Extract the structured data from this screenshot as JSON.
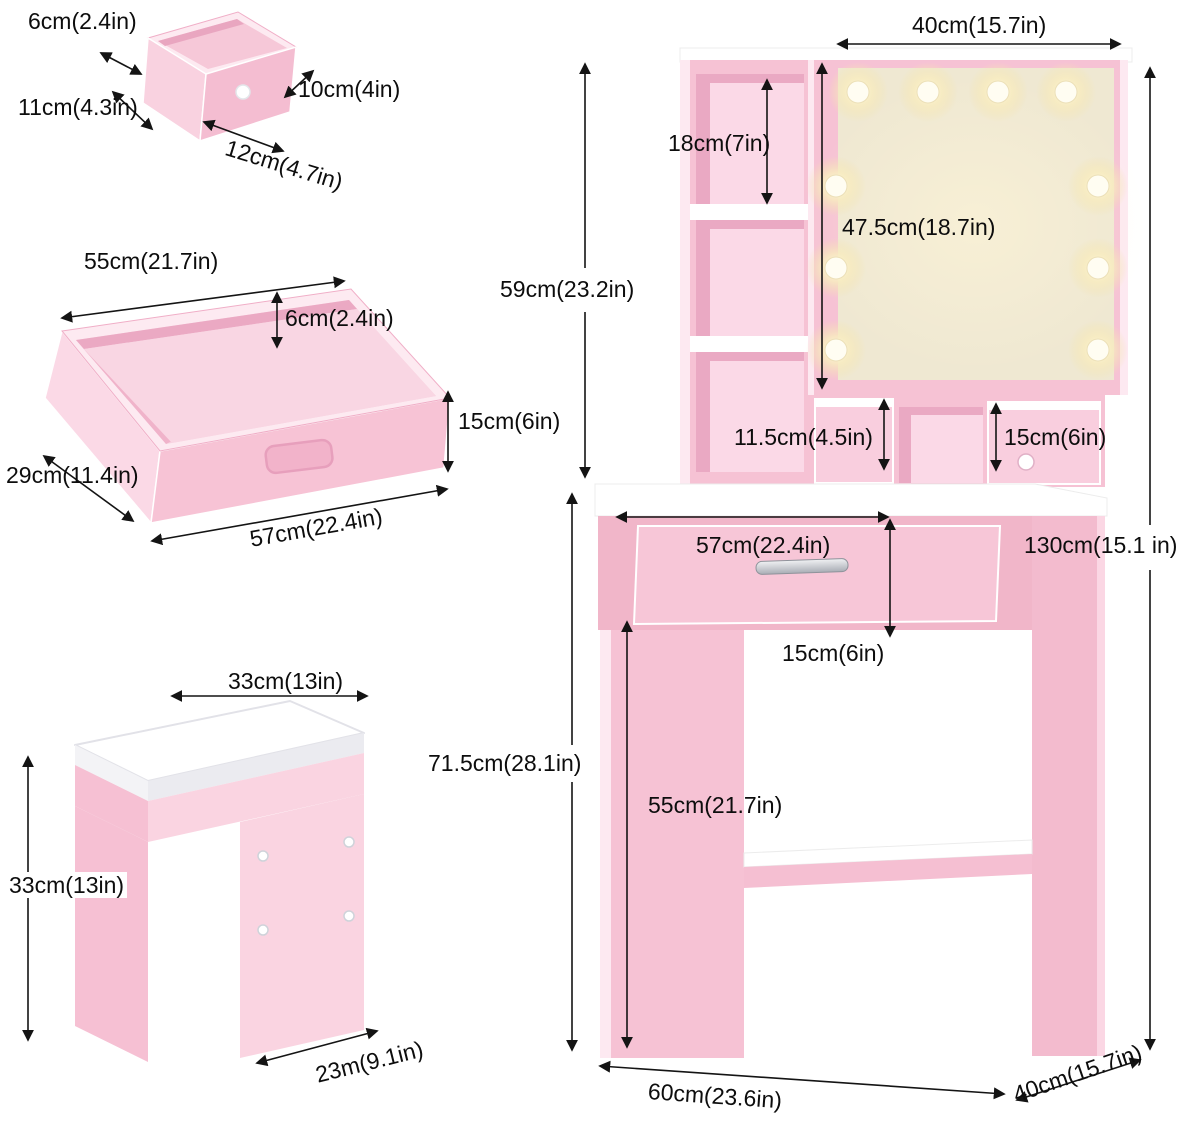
{
  "palette": {
    "pink_main": "#f6c2d4",
    "pink_light": "#fbd9e7",
    "pink_pale": "#fde9f1",
    "pink_shadow": "#eaa9c3",
    "mirror_surface": "#efe8d2",
    "bulb_glow": "#f8ecc0",
    "line": "#141414",
    "background": "#ffffff"
  },
  "labels": {
    "small_drawer": {
      "height": "6cm(2.4in)",
      "side": "11cm(4.3in)",
      "depth": "10cm(4in)",
      "width": "12cm(4.7in)"
    },
    "main_drawer": {
      "inner_width": "55cm(21.7in)",
      "inner_height": "6cm(2.4in)",
      "front_height": "15cm(6in)",
      "side_depth": "29cm(11.4in)",
      "outer_width": "57cm(22.4in)"
    },
    "stool": {
      "seat_width": "33cm(13in)",
      "height": "33cm(13in)",
      "depth": "23m(9.1in)"
    },
    "vanity": {
      "mirror_width": "40cm(15.7in)",
      "top_cubby_height": "18cm(7in)",
      "mirror_height": "47.5cm(18.7in)",
      "hutch_height": "59cm(23.2in)",
      "left_small_drawer_height": "11.5cm(4.5in)",
      "right_small_drawer_height": "15cm(6in)",
      "desktop_width": "57cm(22.4in)",
      "total_height": "130cm(15.1 in)",
      "drawer_height": "15cm(6in)",
      "table_height": "71.5cm(28.1in)",
      "leg_clearance": "55cm(21.7in)",
      "base_width": "60cm(23.6in)",
      "base_depth": "40cm(15.7in)"
    }
  }
}
